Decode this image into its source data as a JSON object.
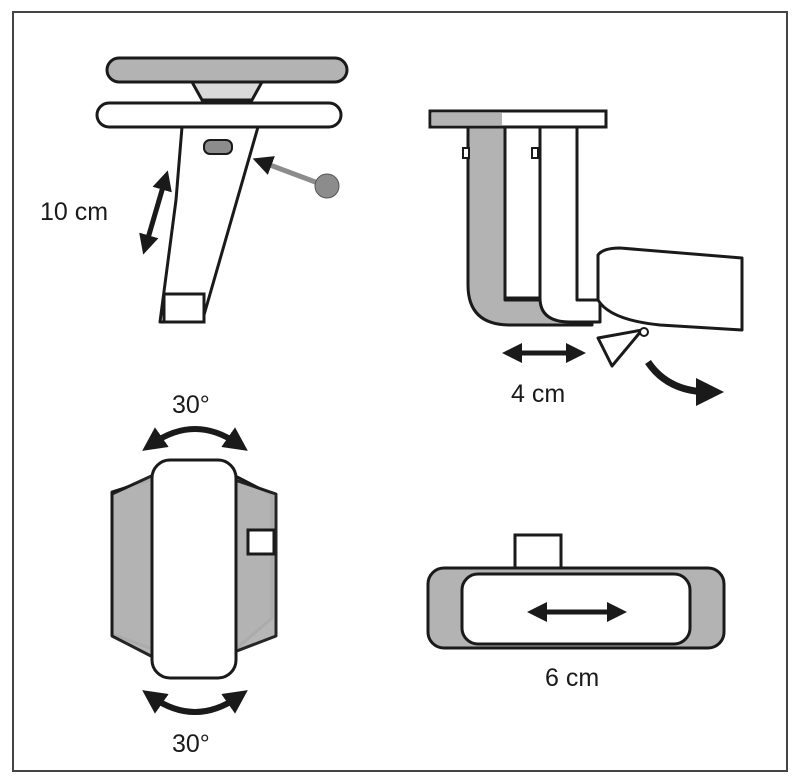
{
  "labels": {
    "height_adjust": "10 cm",
    "depth_adjust": "4 cm",
    "pivot_top": "30°",
    "pivot_bottom": "30°",
    "width_adjust": "6 cm"
  },
  "colors": {
    "outline": "#1a1a1a",
    "gray_fill": "#b3b3b3",
    "dark_gray": "#8c8c8c",
    "pad_fill": "#ffffff"
  }
}
